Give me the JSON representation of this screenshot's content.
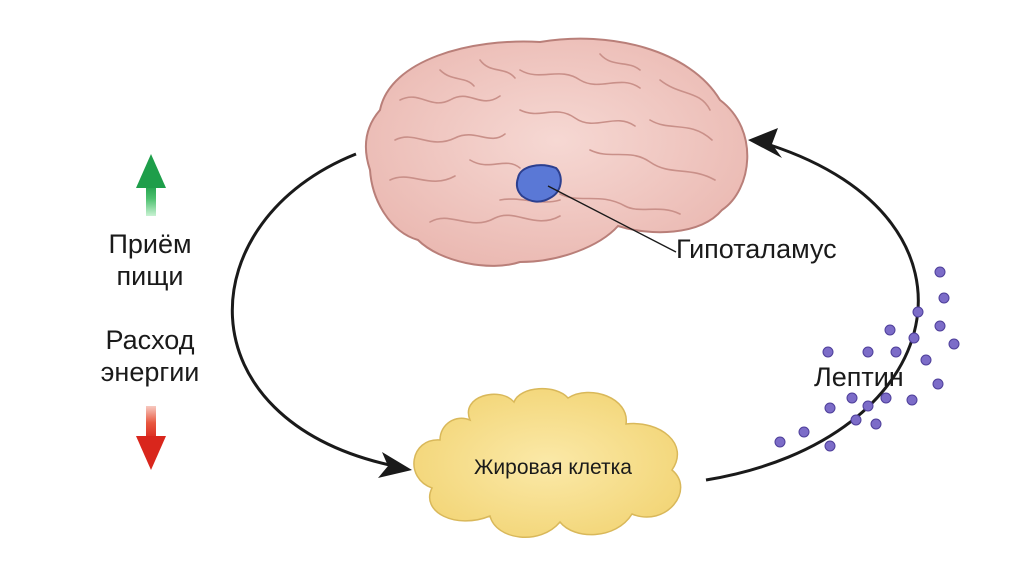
{
  "labels": {
    "food_intake": "Приём\nпищи",
    "energy_expenditure": "Расход\nэнергии",
    "hypothalamus": "Гипоталамус",
    "leptin": "Лептин",
    "fat_cell": "Жировая клетка"
  },
  "colors": {
    "up_arrow": "#1e9e4a",
    "down_arrow": "#d9261c",
    "brain_fill": "#f2c9c3",
    "brain_outline": "#b97f79",
    "hypothalamus_fill": "#5a78d6",
    "hypothalamus_outline": "#2c3f8f",
    "fat_cell_fill": "#f6dc86",
    "fat_cell_outline": "#d9b85a",
    "leptin_dot": "#7c6cc8",
    "cycle_arrow": "#1a1a1a"
  },
  "icons": {
    "up": "up-arrow-icon",
    "down": "down-arrow-icon"
  }
}
